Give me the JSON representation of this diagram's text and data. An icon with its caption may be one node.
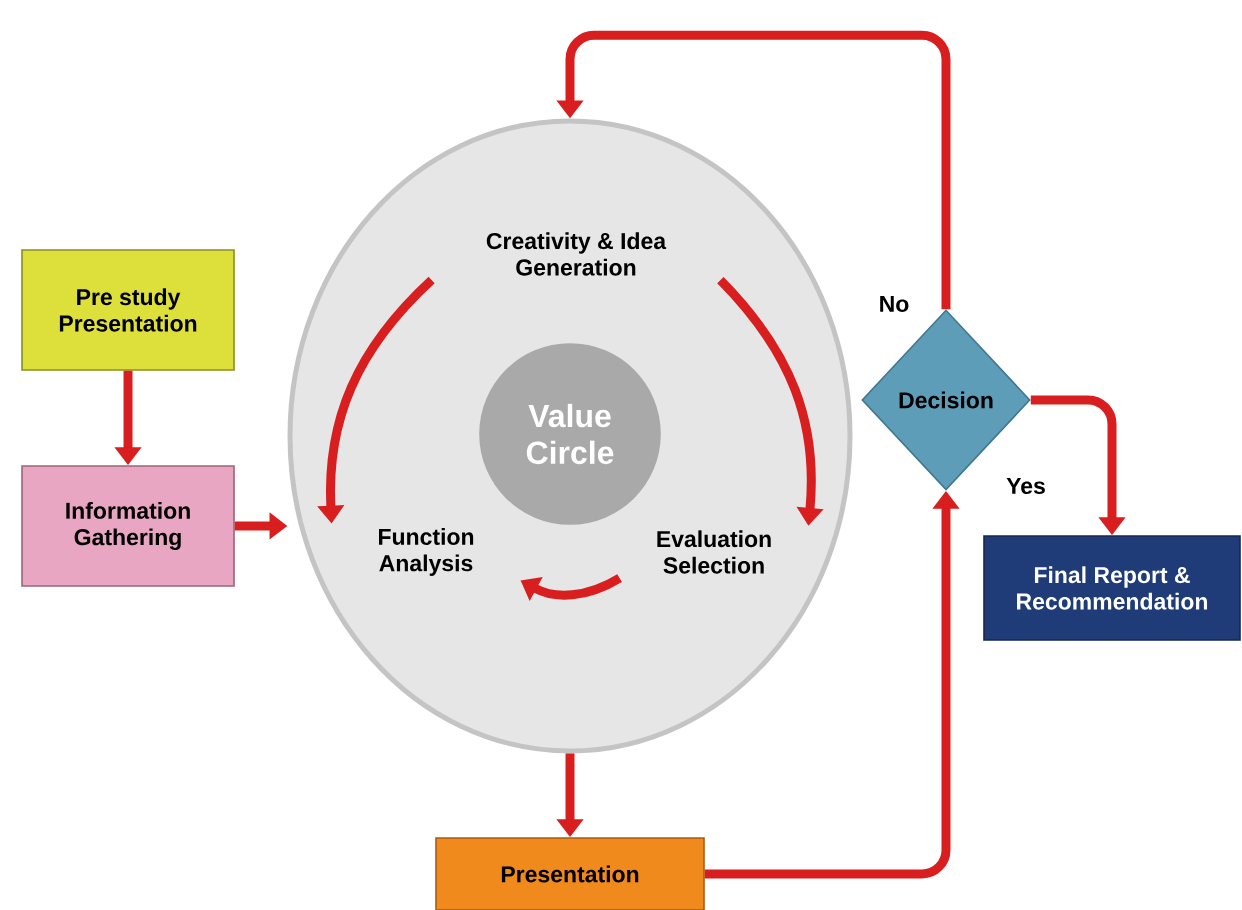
{
  "diagram": {
    "nodes": [
      {
        "text": [
          "Pre study Presentation"
        ]
      },
      {
        "text": [
          "Information Gathering"
        ]
      },
      {
        "text": [],
        "shape": "circle"
      },
      {
        "text": [
          "Value Circle"
        ],
        "in": 2
      },
      {
        "text": [
          "Creativity & Idea Generation"
        ],
        "in": 2
      },
      {
        "text": [
          "Function Analysis"
        ],
        "in": 2
      },
      {
        "text": [
          "Evaluation Selection"
        ],
        "in": 2
      },
      {
        "text": [
          "Decision"
        ]
      },
      {
        "text": [
          "Final Report & Recommendation"
        ]
      },
      {
        "text": [
          "Presentation"
        ]
      }
    ],
    "edges": [
      {
        "from": 0,
        "to": 1,
        "arrow": "to"
      },
      {
        "from": 1,
        "to": 2,
        "arrow": "to"
      },
      {
        "from": 4,
        "to": 6,
        "arrow": "to"
      },
      {
        "from": 6,
        "to": 5,
        "arrow": "to"
      },
      {
        "from": 4,
        "to": 5,
        "arrow": "to"
      },
      {
        "from": 2,
        "to": 9,
        "arrow": "to"
      },
      {
        "from": 9,
        "to": 7,
        "arrow": "to"
      },
      {
        "from": 7,
        "to": 2,
        "arrow": "to",
        "label": "No"
      },
      {
        "from": 7,
        "to": 8,
        "arrow": "to",
        "label": "Yes"
      }
    ]
  }
}
